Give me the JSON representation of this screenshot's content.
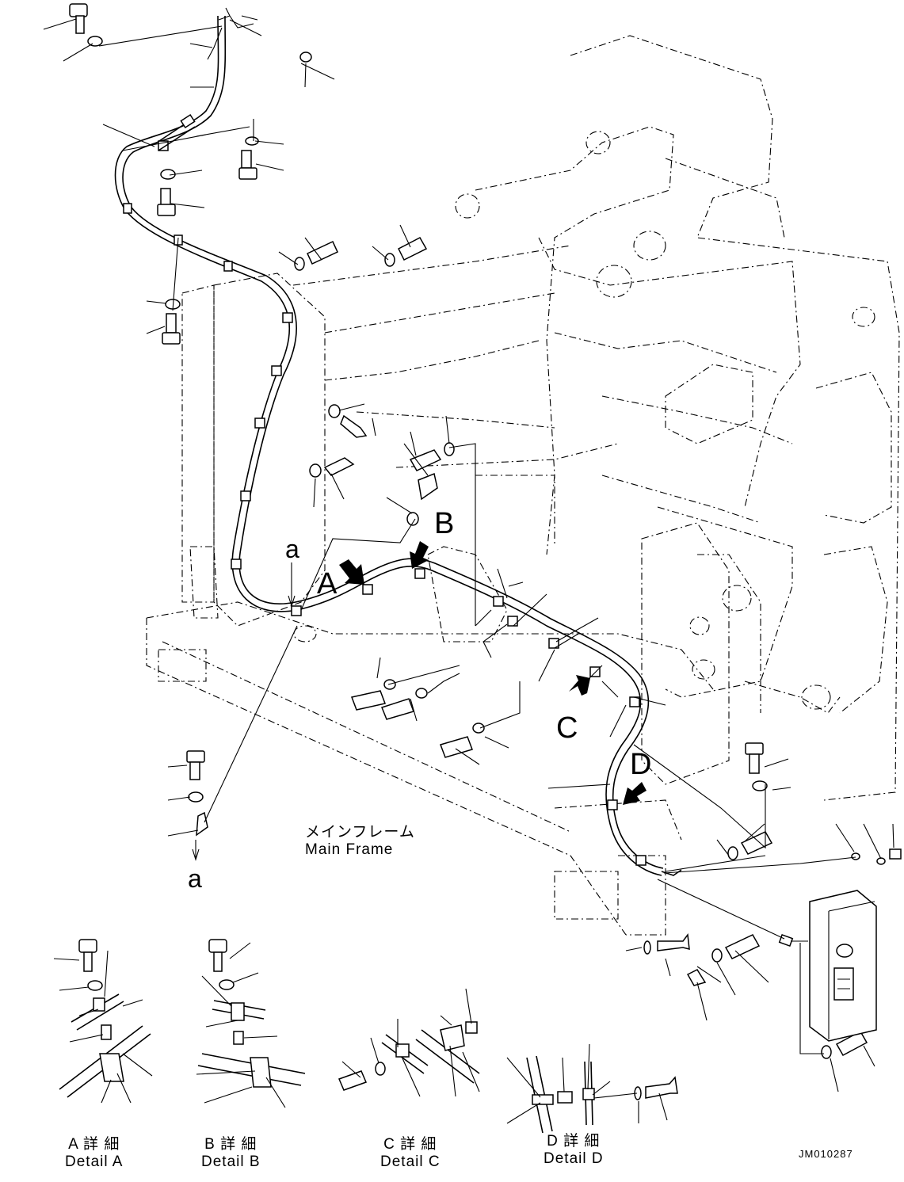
{
  "labels": {
    "view_a": "A",
    "view_b": "B",
    "view_c": "C",
    "view_d": "D",
    "connector_top": "a",
    "connector_bottom": "a",
    "main_frame_jp": "メインフレーム",
    "main_frame_en": "Main Frame"
  },
  "details": [
    {
      "jp": "A 詳 細",
      "en": "Detail A"
    },
    {
      "jp": "B 詳 細",
      "en": "Detail B"
    },
    {
      "jp": "C 詳 細",
      "en": "Detail C"
    },
    {
      "jp": "D 詳 細",
      "en": "Detail D"
    }
  ],
  "drawing_code": "JM010287",
  "colors": {
    "line": "#000000",
    "background": "#ffffff"
  }
}
